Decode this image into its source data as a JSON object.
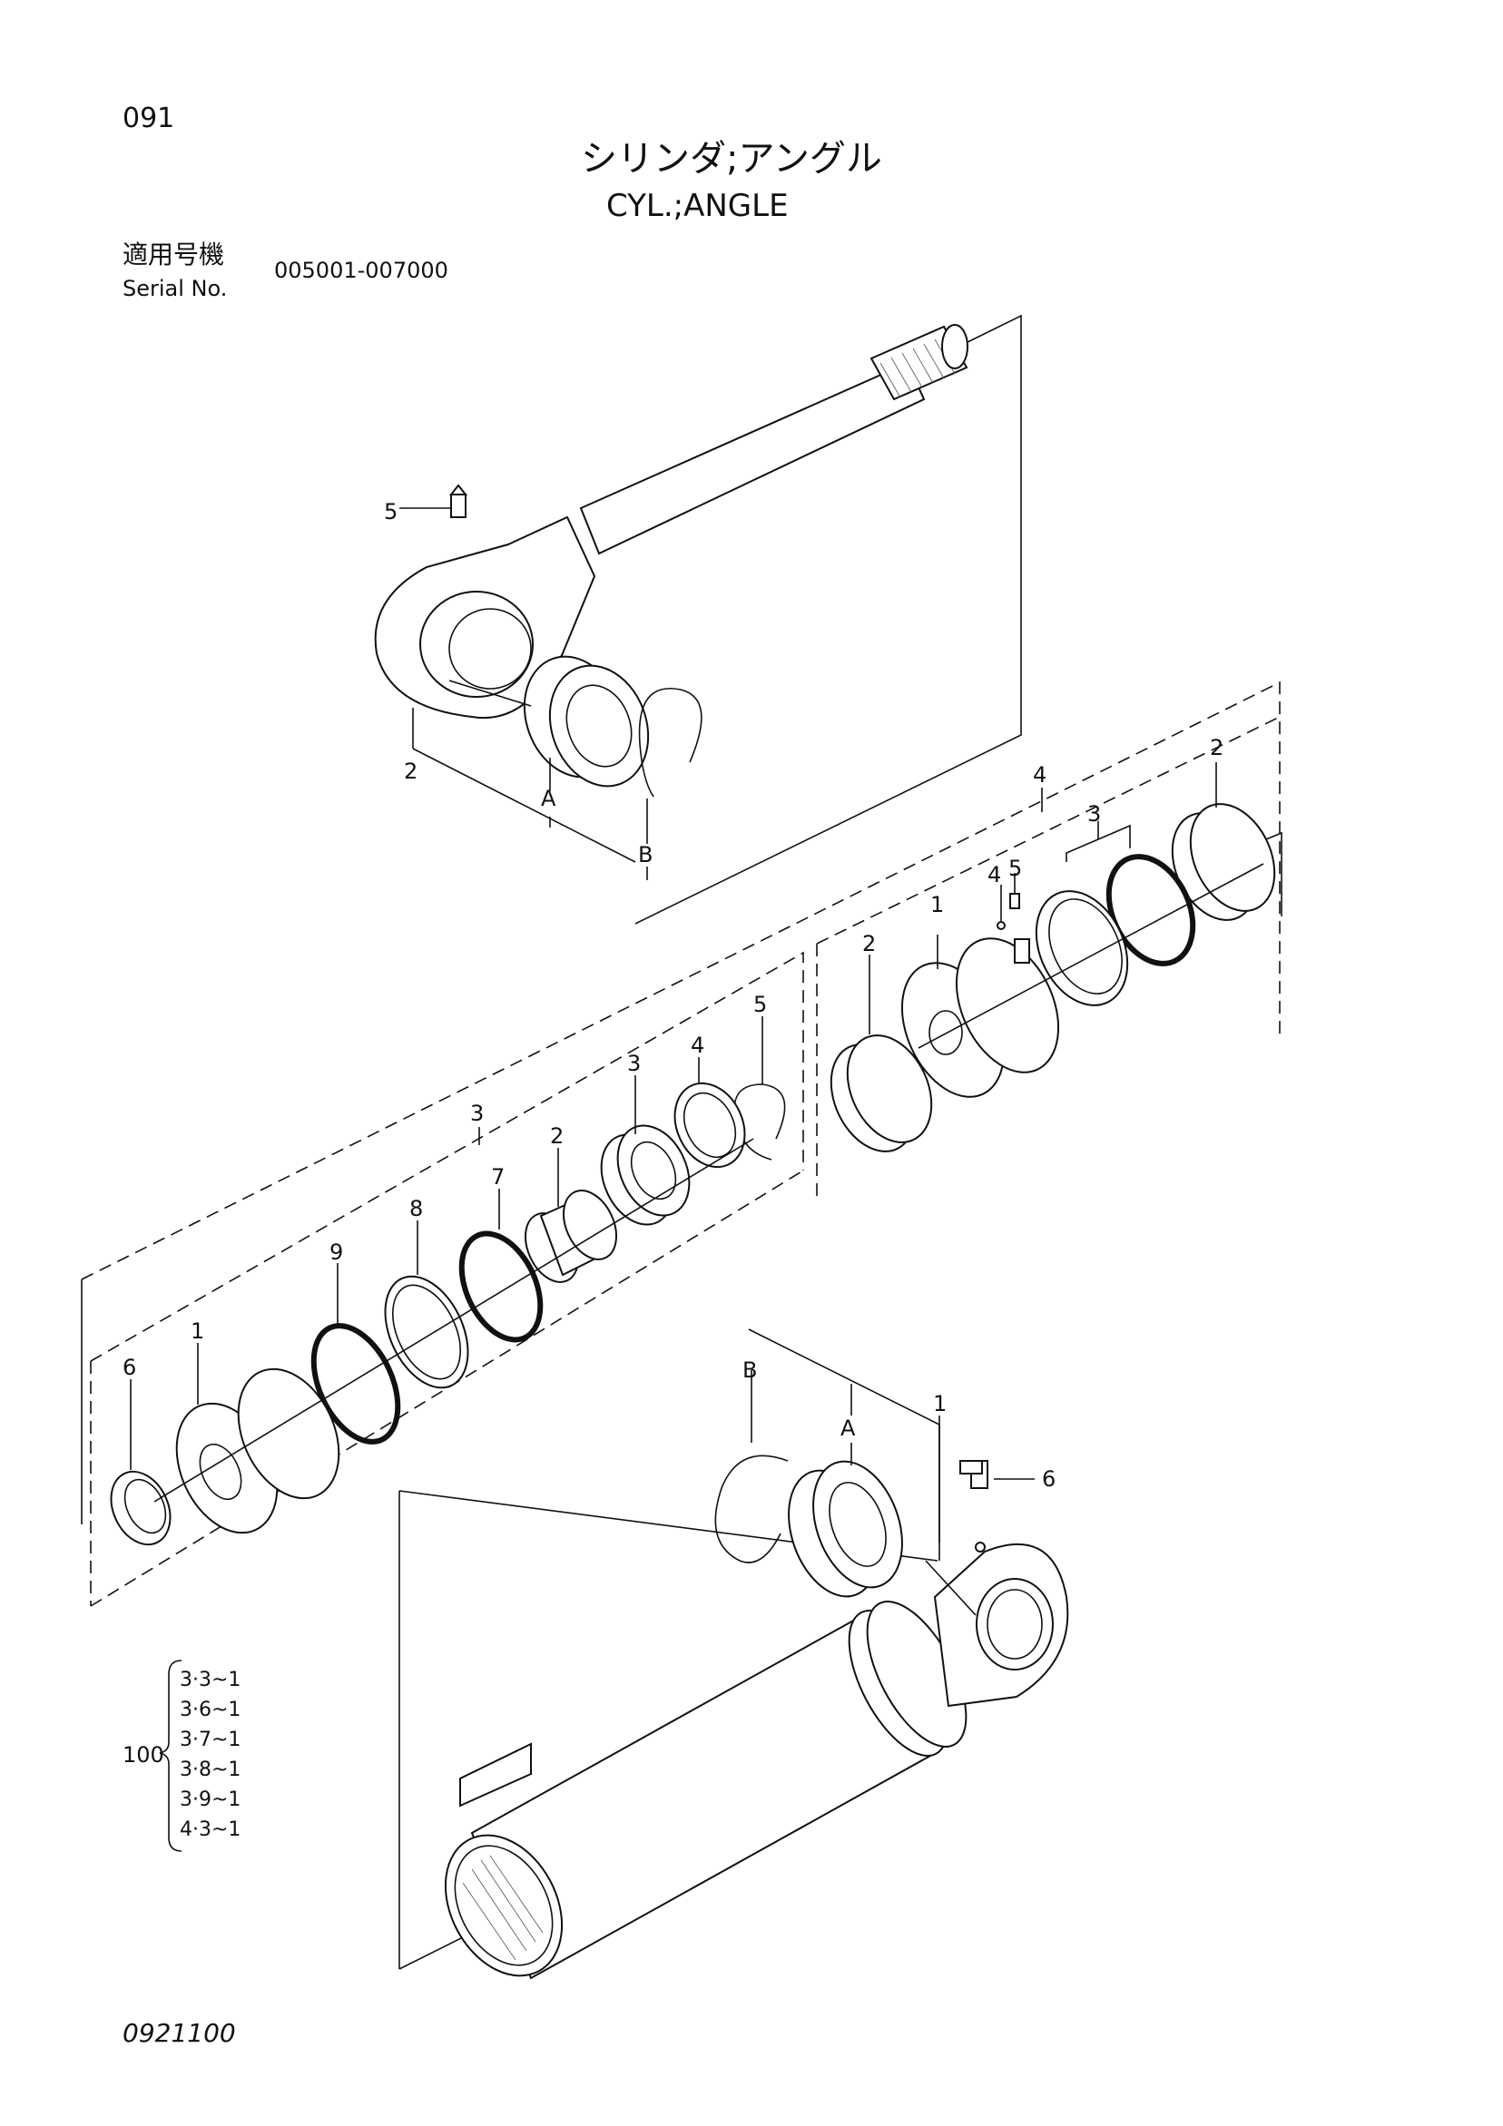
{
  "header": {
    "page_number": "091",
    "title_jp": "シリンダ;アングル",
    "title_en": "CYL.;ANGLE",
    "serial_label_jp": "適用号機",
    "serial_label_en": "Serial No.",
    "serial_range": "005001-007000"
  },
  "footer": {
    "drawing_code": "0921100"
  },
  "callouts": {
    "rod_grease_fitting": "5",
    "rod_end": "2",
    "rod_bushing": "A",
    "rod_snap_ring": "B",
    "rod_assembly": "4",
    "piston_wear_ring_right": "2",
    "piston_seal_set": "3",
    "piston_set_screw": "4",
    "piston_ball": "5",
    "piston": "1",
    "piston_wear_ring_left": "2",
    "cylinder_head_assembly": "3",
    "head_snap_ring": "5",
    "head_backup_ring": "4",
    "head_rod_seal": "3",
    "head_bushing": "2",
    "head_oring_7": "7",
    "head_backup_8": "8",
    "head_oring_9": "9",
    "cylinder_head": "1",
    "head_dust_seal": "6",
    "tube_snap_ring": "B",
    "tube_bushing": "A",
    "cylinder_tube": "1",
    "tube_grease_fitting": "6"
  },
  "reference_group": {
    "label": "100",
    "items": [
      "3·3~1",
      "3·6~1",
      "3·7~1",
      "3·8~1",
      "3·9~1",
      "4·3~1"
    ]
  }
}
